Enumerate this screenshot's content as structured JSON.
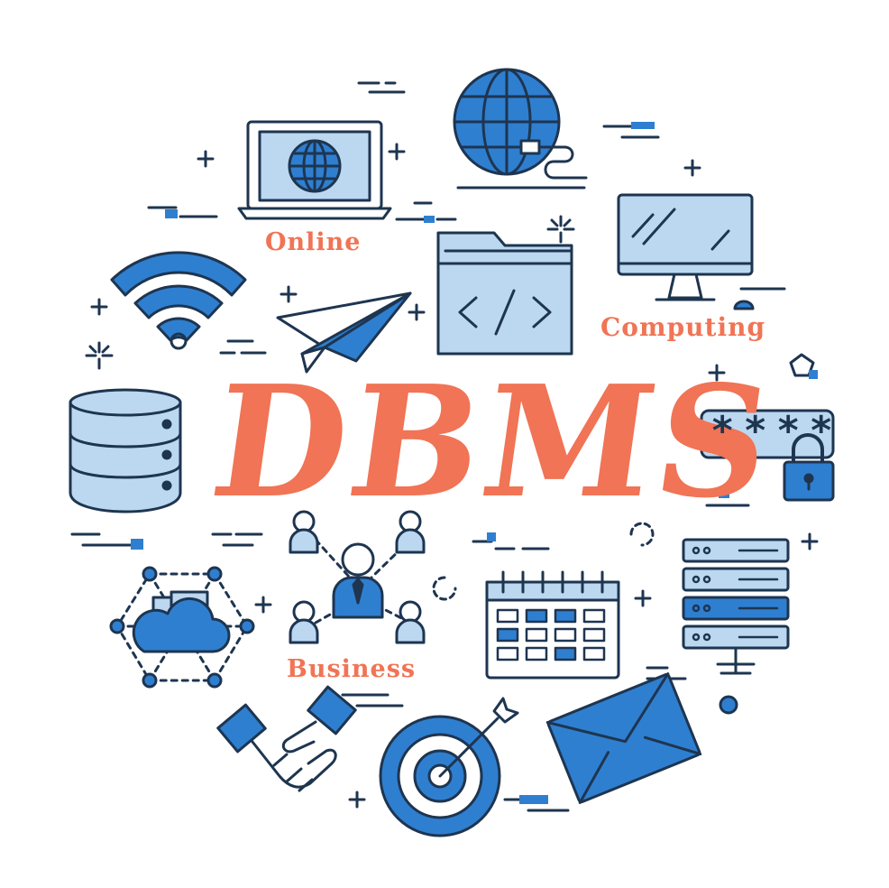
{
  "title": "DBMS",
  "labels": {
    "online": "Online",
    "computing": "Computing",
    "business": "Business"
  },
  "password_field": {
    "masked_value": "****"
  },
  "colors": {
    "outline": "#1e3550",
    "primary_blue": "#2f7fd0",
    "light_blue": "#bcd8f1",
    "accent": "#f07455",
    "background": "#ffffff"
  },
  "icons": [
    "laptop-globe-icon",
    "globe-icon",
    "desktop-monitor-icon",
    "wifi-icon",
    "paper-plane-icon",
    "code-folder-icon",
    "database-icon",
    "password-field-icon",
    "padlock-icon",
    "cloud-network-icon",
    "business-team-icon",
    "calendar-icon",
    "server-rack-icon",
    "handshake-icon",
    "target-icon",
    "envelope-icon"
  ]
}
